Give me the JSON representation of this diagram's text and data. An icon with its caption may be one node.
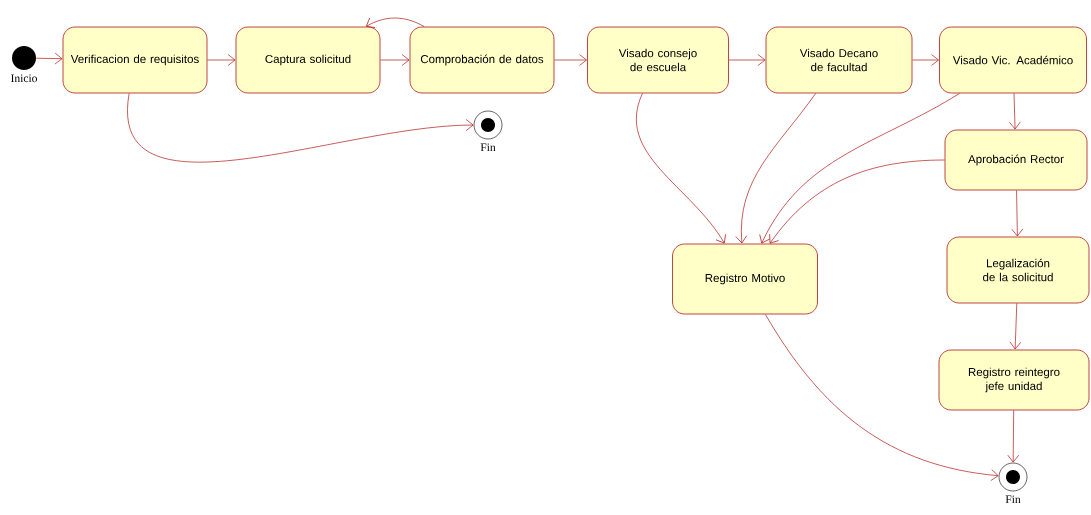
{
  "diagram": {
    "nodes": [
      {
        "text": [],
        "shape": "circle",
        "beside": [
          "Inicio"
        ]
      },
      {
        "text": [
          "Verificacion de requisitos"
        ]
      },
      {
        "text": [
          "Captura solicitud"
        ]
      },
      {
        "text": [
          "Comprobación de datos"
        ]
      },
      {
        "text": [
          "Visado consejo de escuela"
        ]
      },
      {
        "text": [
          "Visado Decano de facultad"
        ]
      },
      {
        "text": [
          "Visado Vic. Académico"
        ]
      },
      {
        "text": [],
        "shape": "final",
        "beside": [
          "Fin"
        ]
      },
      {
        "text": [
          "Aprobación Rector"
        ]
      },
      {
        "text": [
          "Registro Motivo"
        ]
      },
      {
        "text": [
          "Legalización de la solicitud"
        ]
      },
      {
        "text": [
          "Registro reintegro jefe unidad"
        ]
      },
      {
        "text": [],
        "shape": "final",
        "beside": [
          "Fin"
        ]
      }
    ],
    "edges": [
      {
        "from": 0,
        "to": 1,
        "arrow": "to"
      },
      {
        "from": 1,
        "to": 2,
        "arrow": "to"
      },
      {
        "from": 2,
        "to": 3,
        "arrow": "to"
      },
      {
        "from": 3,
        "to": 2,
        "arrow": "to"
      },
      {
        "from": 3,
        "to": 4,
        "arrow": "to"
      },
      {
        "from": 4,
        "to": 5,
        "arrow": "to"
      },
      {
        "from": 5,
        "to": 6,
        "arrow": "to"
      },
      {
        "from": 1,
        "to": 7,
        "arrow": "to"
      },
      {
        "from": 6,
        "to": 8,
        "arrow": "to"
      },
      {
        "from": 4,
        "to": 9,
        "arrow": "to"
      },
      {
        "from": 5,
        "to": 9,
        "arrow": "to"
      },
      {
        "from": 6,
        "to": 9,
        "arrow": "to"
      },
      {
        "from": 8,
        "to": 9,
        "arrow": "to"
      },
      {
        "from": 8,
        "to": 10,
        "arrow": "to"
      },
      {
        "from": 10,
        "to": 11,
        "arrow": "to"
      },
      {
        "from": 11,
        "to": 12,
        "arrow": "to"
      },
      {
        "from": 9,
        "to": 12,
        "arrow": "to"
      }
    ]
  }
}
